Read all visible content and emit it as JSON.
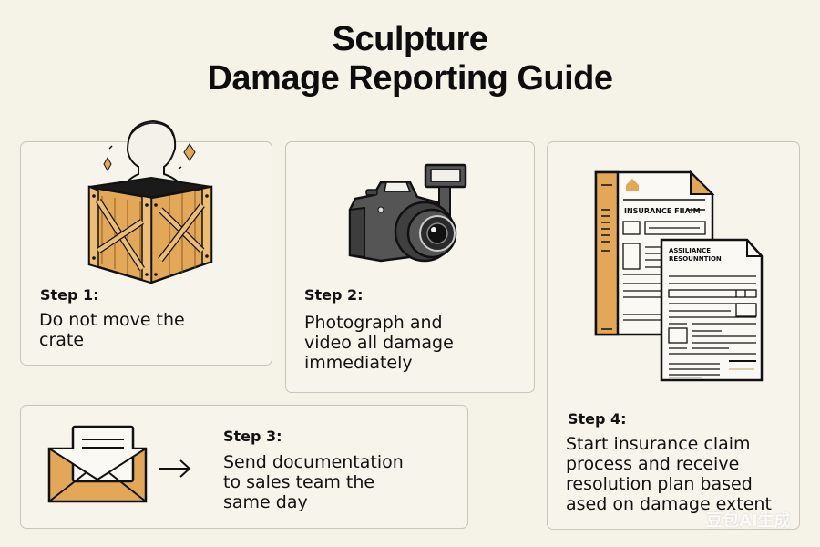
{
  "header": {
    "title_line1": "Sculpture",
    "title_line2": "Damage Reporting Guide"
  },
  "steps": [
    {
      "label": "Step 1:",
      "text_lines": [
        "Do not move the",
        "crate"
      ],
      "icon": "crate-with-sculpture-icon"
    },
    {
      "label": "Step 2:",
      "text_lines": [
        "Photograph and",
        "video all damage",
        "immediately"
      ],
      "icon": "camera-icon"
    },
    {
      "label": "Step 3:",
      "text_lines": [
        "Send documentation",
        "to sales team the",
        "same day"
      ],
      "icon": "envelope-icon"
    },
    {
      "label": "Step 4:",
      "text_lines": [
        "Start insurance claim",
        "process and receive",
        "resolution plan based",
        "ased on damage extent"
      ],
      "icon": "insurance-documents-icon"
    }
  ],
  "documents": {
    "back_doc_title": "INSURANCE FIIAIM",
    "front_doc_title_line1": "ASSILIANCE",
    "front_doc_title_line2": "RESOUNNTION"
  },
  "colors": {
    "background": "#f5f2e8",
    "card": "#f7f4ec",
    "accent": "#e3a857",
    "ink": "#111111"
  },
  "watermark": "豆包AI生成"
}
